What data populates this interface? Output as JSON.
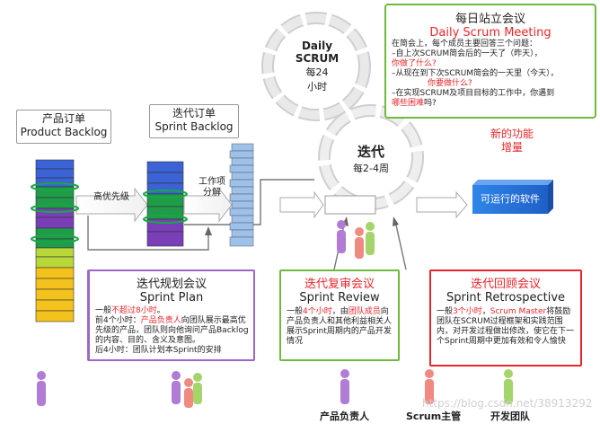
{
  "daily": {
    "title_cn": "每日站立会议",
    "title_en": "Daily Scrum Meeting",
    "intro": "在简会上，每个成员主要回答三个问题：",
    "q1a": "–自上次SCRUM简会后的一天了（昨天），",
    "q1b": "你做了什么?",
    "q2a": "–从现在到下次SCRUM简会的一天里（今天），",
    "q2b": "你要做什么?",
    "q3a": "–在实现SCRUM及项目目标的工作中，你遇到",
    "q3b": "哪些困难",
    "q3c": "吗?"
  },
  "scrum_circle": {
    "l1": "Daily",
    "l2": "SCRUM",
    "l3": "每24",
    "l4": "小时"
  },
  "iter_circle": {
    "l1": "迭代",
    "l2": "每2-4周"
  },
  "product_backlog": {
    "cn": "产品订单",
    "en": "Product  Backlog"
  },
  "sprint_backlog": {
    "cn": "迭代订单",
    "en": "Sprint Backlog"
  },
  "priority_label": "高优先级",
  "decompose_label": "工作项\n分解",
  "new_feature": "新的功能\n增量",
  "software_label": "可运行的软件",
  "planning": {
    "title_cn": "迭代规划会议",
    "title_en": "Sprint Plan",
    "l1a": "一般",
    "l1b": "不超过8小时",
    "l1c": "。",
    "l2a": "前4个小时：",
    "l2b": "产品负责人",
    "l2c": "向团队展示最高优先级的产品，团队则向他询问产品Backlog的内容、目的、含义及意图。",
    "l3": "后4小时：团队计划本Sprint的安排"
  },
  "review": {
    "title_cn": "迭代复审会议",
    "title_en": "Sprint Review",
    "a": "一般",
    "b": "4个小时",
    "c": "，由",
    "d": "团队成员",
    "e": "向产品负责人和其他利益相关人展示Sprint周期内的产品开发情况"
  },
  "retro": {
    "title_cn": "迭代回顾会议",
    "title_en": "Sprint Retrospective",
    "a": "一般",
    "b": "3个小时",
    "c": "，",
    "d": "Scrum Master",
    "e": "将鼓励团队在SCRUM过程框架和实践范围内，对开发过程做出修改，使它在下一个Sprint周期中更加有效和令人愉快"
  },
  "roles": {
    "po": "产品负责人",
    "sm": "Scrum主管",
    "team": "开发团队"
  },
  "watermark": "https://blog.csdn.net/38913292",
  "colors": {
    "green": "#6dbb3c",
    "red": "#e8262a",
    "purple": "#9e66c9",
    "blue": "#3c78d8",
    "stack_blue": "#3b63d6"
  }
}
